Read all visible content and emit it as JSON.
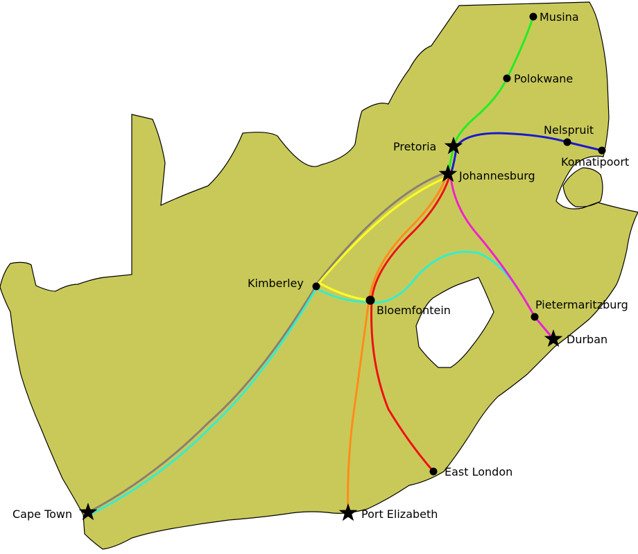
{
  "title": "South Africa rail routes",
  "colors": {
    "land": "#c9c95a",
    "border": "#000000",
    "musina_line": "#22ee22",
    "nelspruit_line": "#1a1acc",
    "cape_gray_line": "#8a8070",
    "yellow_line": "#ffff22",
    "orange_line": "#ff8c1a",
    "red_line": "#ee1111",
    "magenta_line": "#ee22cc",
    "cyan_line": "#33eecc"
  },
  "cities": {
    "musina": "Musina",
    "polokwane": "Polokwane",
    "pretoria": "Pretoria",
    "nelspruit": "Nelspruit",
    "komatipoort": "Komatipoort",
    "johannesburg": "Johannesburg",
    "kimberley": "Kimberley",
    "bloemfontein": "Bloemfontein",
    "pietermaritzburg": "Pietermaritzburg",
    "durban": "Durban",
    "east_london": "East London",
    "port_elizabeth": "Port Elizabeth",
    "cape_town": "Cape Town"
  }
}
